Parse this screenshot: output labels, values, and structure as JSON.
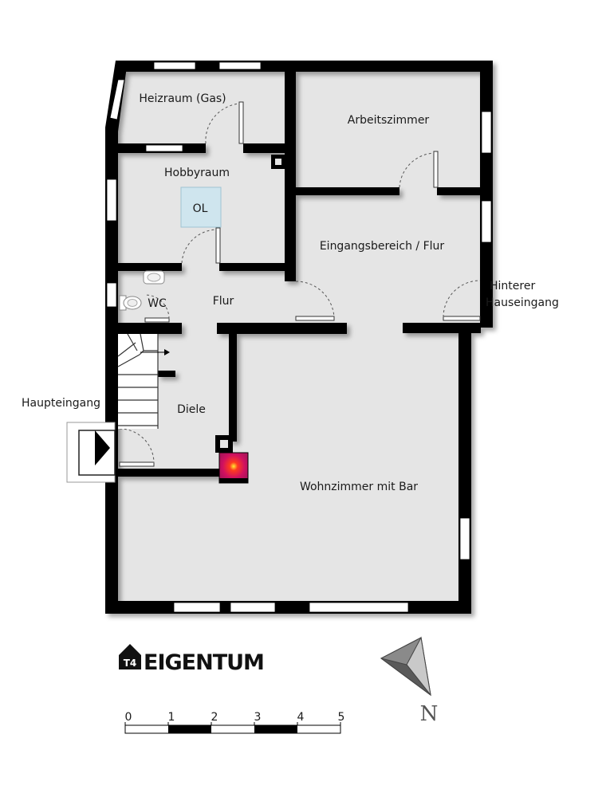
{
  "rooms": {
    "heizraum": "Heizraum (Gas)",
    "arbeitszimmer": "Arbeitszimmer",
    "hobbyraum": "Hobbyraum",
    "ol": "OL",
    "eingangsbereich": "Eingangsbereich / Flur",
    "wc": "WC",
    "flur": "Flur",
    "hinterer_line1": "Hinterer",
    "hinterer_line2": "Hauseingang",
    "haupteingang": "Haupteingang",
    "diele": "Diele",
    "wohnzimmer": "Wohnzimmer mit Bar"
  },
  "logo": {
    "text": "EIGENTUM",
    "badge": "T4"
  },
  "compass": {
    "label": "N"
  },
  "scale": {
    "ticks": [
      "0",
      "1",
      "2",
      "3",
      "4",
      "5"
    ]
  },
  "colors": {
    "wall": "#000000",
    "floor": "#e5e5e5",
    "window": "#ffffff",
    "skylight": "#cfe5ee",
    "fireplace": "#c2185b"
  }
}
